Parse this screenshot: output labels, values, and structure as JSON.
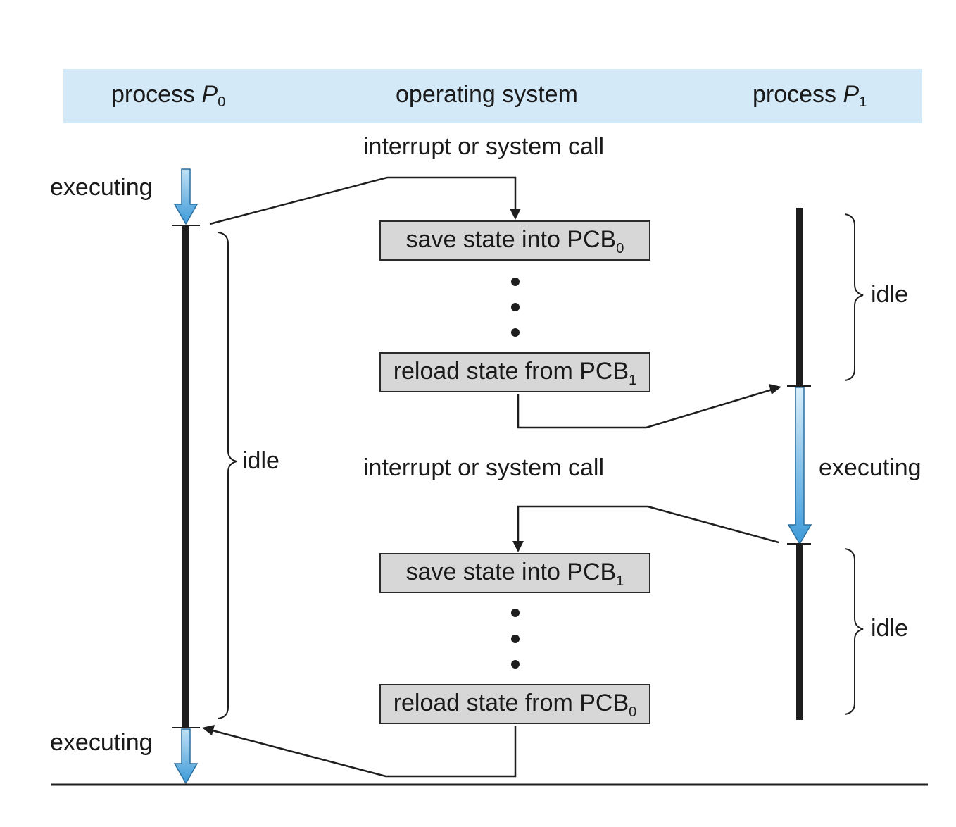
{
  "header": {
    "col_left": {
      "text": "process ",
      "symbol": "P",
      "sub": "0"
    },
    "col_center": {
      "text": "operating system"
    },
    "col_right": {
      "text": "process ",
      "symbol": "P",
      "sub": "1"
    }
  },
  "labels": {
    "interrupt_top": "interrupt or system call",
    "interrupt_mid": "interrupt or system call",
    "p0_executing_top": "executing",
    "p0_executing_bottom": "executing",
    "p0_idle": "idle",
    "p1_idle_top": "idle",
    "p1_executing": "executing",
    "p1_idle_bottom": "idle"
  },
  "boxes": {
    "save_pcb0": {
      "text": "save state into PCB",
      "sub": "0"
    },
    "reload_pcb1": {
      "text": "reload state from PCB",
      "sub": "1"
    },
    "save_pcb1": {
      "text": "save state into PCB",
      "sub": "1"
    },
    "reload_pcb0": {
      "text": "reload state from PCB",
      "sub": "0"
    }
  },
  "colors": {
    "header_band": "#d4e9f7",
    "box_fill": "#d7d7d7",
    "arrow_blue": "#4aa3dd",
    "line": "#1a1a1a"
  }
}
